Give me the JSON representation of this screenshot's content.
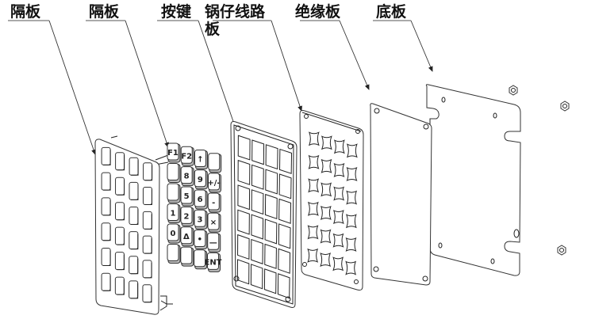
{
  "title": "Membrane keypad exploded assembly",
  "labels": [
    {
      "id": "spacer-front",
      "text": "隔板"
    },
    {
      "id": "spacer-rear",
      "text": "隔板"
    },
    {
      "id": "keys",
      "text": "按键"
    },
    {
      "id": "dome-circuit-board",
      "text": "锅仔线路板"
    },
    {
      "id": "insulation-board",
      "text": "绝缘板"
    },
    {
      "id": "base-plate",
      "text": "底板"
    }
  ],
  "keypad": {
    "rows": 6,
    "cols": 4,
    "key_legends": [
      [
        "F1",
        "F2",
        "↑",
        ""
      ],
      [
        "",
        "8",
        "9",
        "+/-"
      ],
      [
        "",
        "5",
        "6",
        "-"
      ],
      [
        "1",
        "2",
        "3",
        "×"
      ],
      [
        "0",
        "Δ",
        "•",
        "—"
      ],
      [
        "",
        "",
        "",
        "ENT"
      ]
    ]
  },
  "parts": [
    {
      "name": "front-spacer",
      "cells_rows": 6,
      "cells_cols": 4
    },
    {
      "name": "keys-layer",
      "cells_rows": 6,
      "cells_cols": 4
    },
    {
      "name": "frame-spacer",
      "cells_rows": 6,
      "cells_cols": 4,
      "mount_holes": 4
    },
    {
      "name": "dome-circuit-board",
      "dome_rows": 6,
      "dome_cols": 4,
      "mount_holes": 4
    },
    {
      "name": "insulation-board",
      "mount_holes": 4
    },
    {
      "name": "base-plate",
      "mount_holes": 4,
      "slots": 2
    },
    {
      "name": "nuts",
      "count": 3
    }
  ]
}
